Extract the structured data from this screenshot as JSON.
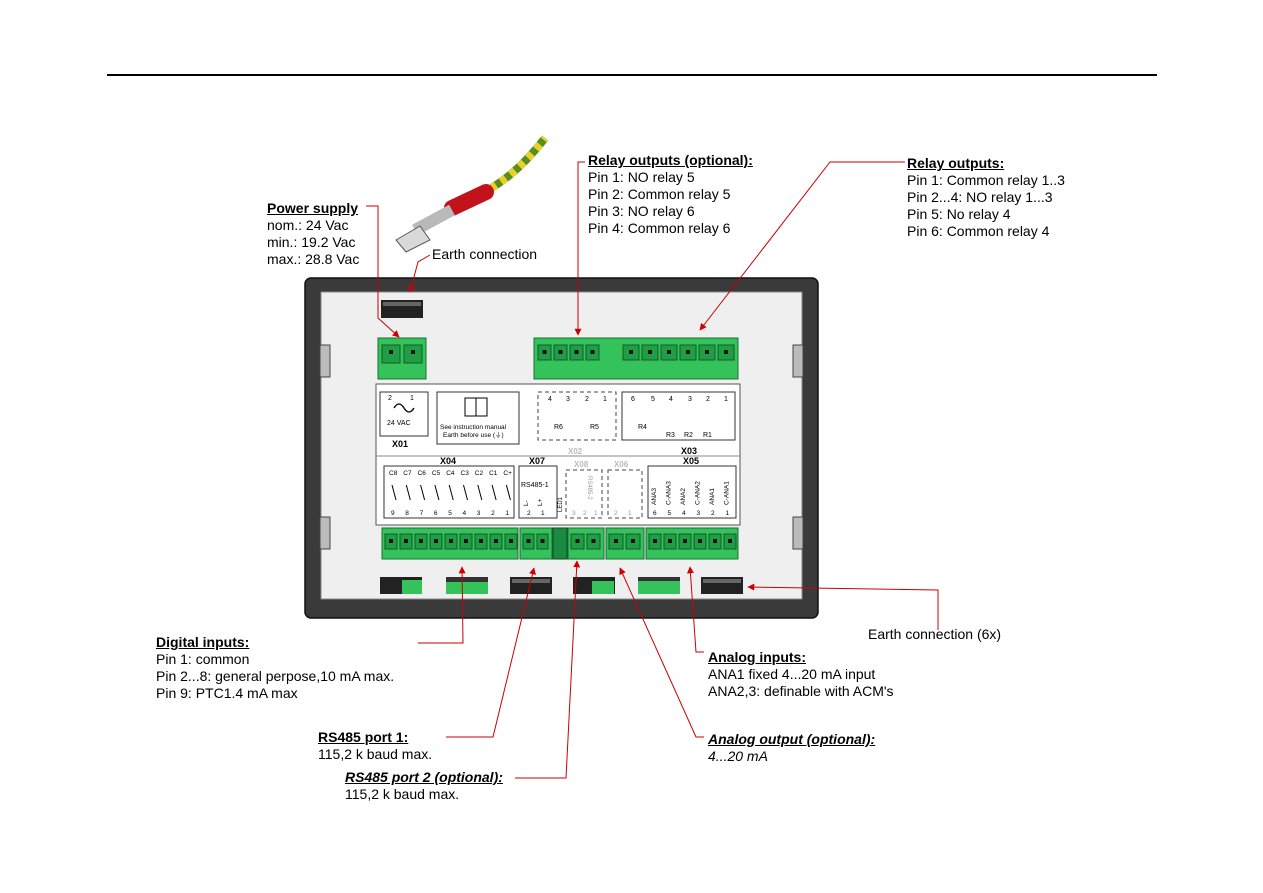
{
  "labels": {
    "power_supply": {
      "title": "Power supply",
      "lines": [
        "nom.: 24 Vac",
        "min.: 19.2 Vac",
        "max.: 28.8 Vac"
      ]
    },
    "earth_connection": "Earth connection",
    "relay_outputs_optional": {
      "title": "Relay outputs (optional):",
      "lines": [
        "Pin 1: NO relay 5",
        "Pin 2: Common relay 5",
        "Pin 3: NO relay 6",
        "Pin 4: Common relay 6"
      ]
    },
    "relay_outputs": {
      "title": "Relay outputs:",
      "lines": [
        "Pin 1: Common relay 1..3",
        "Pin 2...4: NO relay 1...3",
        "Pin 5: No relay 4",
        "Pin 6: Common relay 4"
      ]
    },
    "earth_connection_6x": "Earth connection (6x)",
    "digital_inputs": {
      "title": "Digital inputs:",
      "lines": [
        "Pin 1: common",
        "Pin 2...8: general perpose,10 mA max.",
        "Pin 9: PTC1.4 mA max"
      ]
    },
    "analog_inputs": {
      "title": "Analog inputs:",
      "lines": [
        "ANA1 fixed 4...20 mA input",
        "ANA2,3: definable with ACM's"
      ]
    },
    "rs485_port1": {
      "title": "RS485 port 1:",
      "lines": [
        "115,2 k baud max."
      ]
    },
    "analog_output": {
      "title": "Analog output (optional):",
      "lines": [
        "4...20 mA"
      ]
    },
    "rs485_port2": {
      "title": "RS485 port 2 (optional):",
      "lines": [
        "115,2 k baud max."
      ]
    }
  },
  "device": {
    "x01": "X01",
    "x01_voltage": "24 VAC",
    "x01_pins": [
      "2",
      "1"
    ],
    "manual_line1": "See instruction manual",
    "manual_line2": "Earth before use (⏚)",
    "x02": "X02",
    "x02_pins": [
      "4",
      "3",
      "2",
      "1"
    ],
    "x02_relays": [
      "R6",
      "R5"
    ],
    "x03": "X03",
    "x03_pins": [
      "6",
      "5",
      "4",
      "3",
      "2",
      "1"
    ],
    "x03_relays": [
      "R4",
      "R3",
      "R2",
      "R1"
    ],
    "x04": "X04",
    "x04_top": [
      "C8",
      "C7",
      "C6",
      "C5",
      "C4",
      "C3",
      "C2",
      "C1",
      "C+"
    ],
    "x04_pins": [
      "9",
      "8",
      "7",
      "6",
      "5",
      "4",
      "3",
      "2",
      "1"
    ],
    "x07": "X07",
    "x07_port": "RS485-1",
    "x07_sig": [
      "L-",
      "L+"
    ],
    "x07_pins": [
      "2",
      "1"
    ],
    "x08": "X08",
    "x08_port": "RS485-2",
    "x08_pins": [
      "3",
      "2",
      "1"
    ],
    "x06": "X06",
    "x06_pins": [
      "2",
      "1"
    ],
    "x05": "X05",
    "x05_sig": [
      "ANA3",
      "C-ANA3",
      "ANA2",
      "C-ANA2",
      "ANA1",
      "C-ANA1"
    ],
    "x05_pins": [
      "6",
      "5",
      "4",
      "3",
      "2",
      "1"
    ],
    "led": "LED1"
  }
}
